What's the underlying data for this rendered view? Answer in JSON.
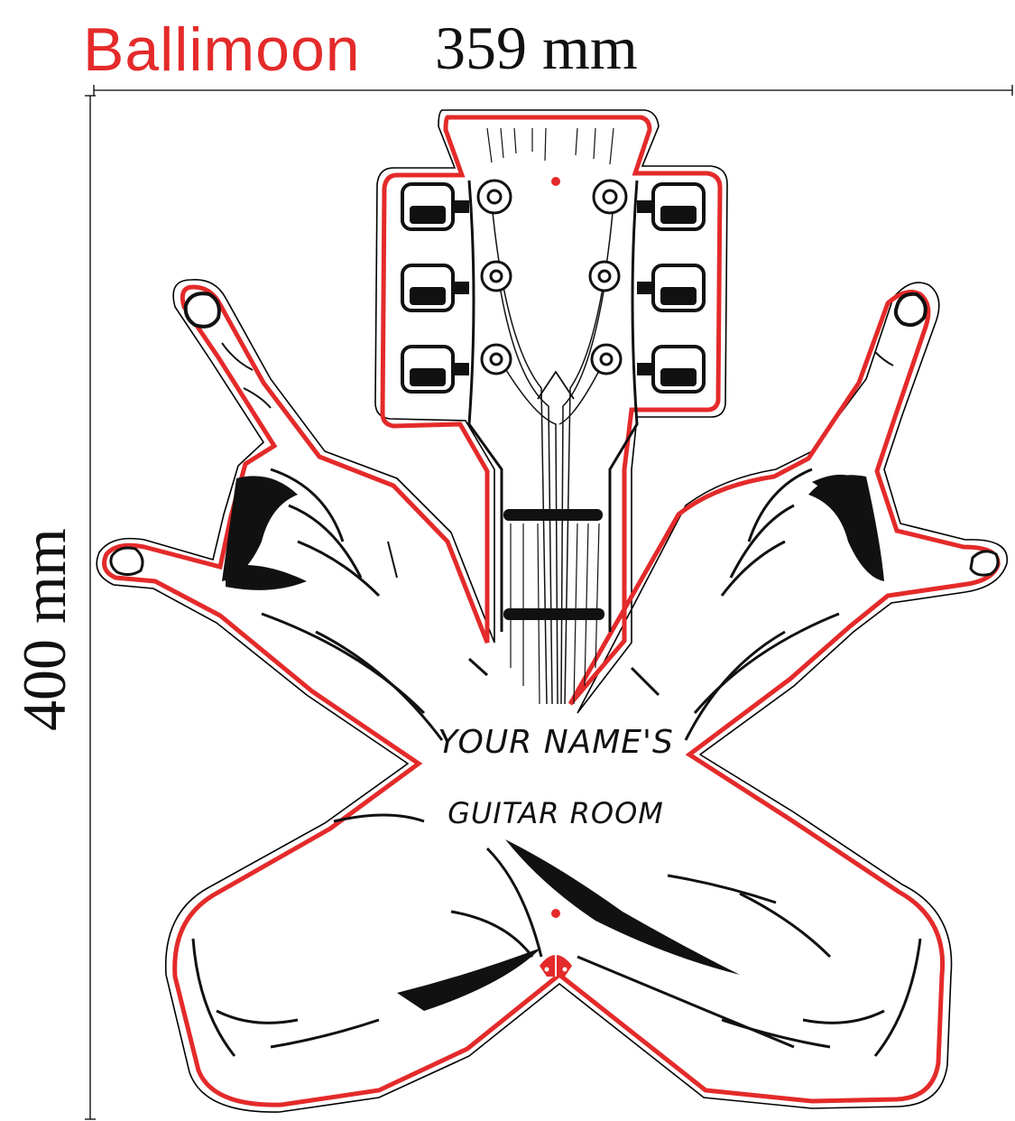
{
  "brand": {
    "name": "Ballimoon"
  },
  "dimensions": {
    "width_label": "359 mm",
    "height_label": "400 mm"
  },
  "design": {
    "line1": "YOUR NAME'S",
    "line2": "GUITAR ROOM"
  },
  "colors": {
    "brand": "#e42a2a",
    "cut_line": "#e42a2a",
    "ink": "#111111",
    "outline": "#000000"
  },
  "icons": {
    "main_artwork": "rock-hands-guitar-headstock-icon"
  }
}
